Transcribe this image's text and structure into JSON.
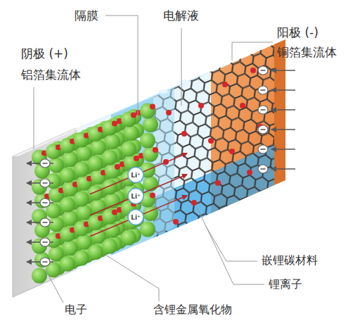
{
  "diagram": {
    "labels": [
      "隔膜",
      "电解液",
      "阳极 (-)",
      "铜箔集流体",
      "阴极 (+)",
      "铝箔集流体",
      "Li⁺",
      "Li⁺",
      "Li⁺",
      "嵌锂碳材料",
      "锂离子",
      "电子",
      "含锂金属氧化物"
    ]
  }
}
